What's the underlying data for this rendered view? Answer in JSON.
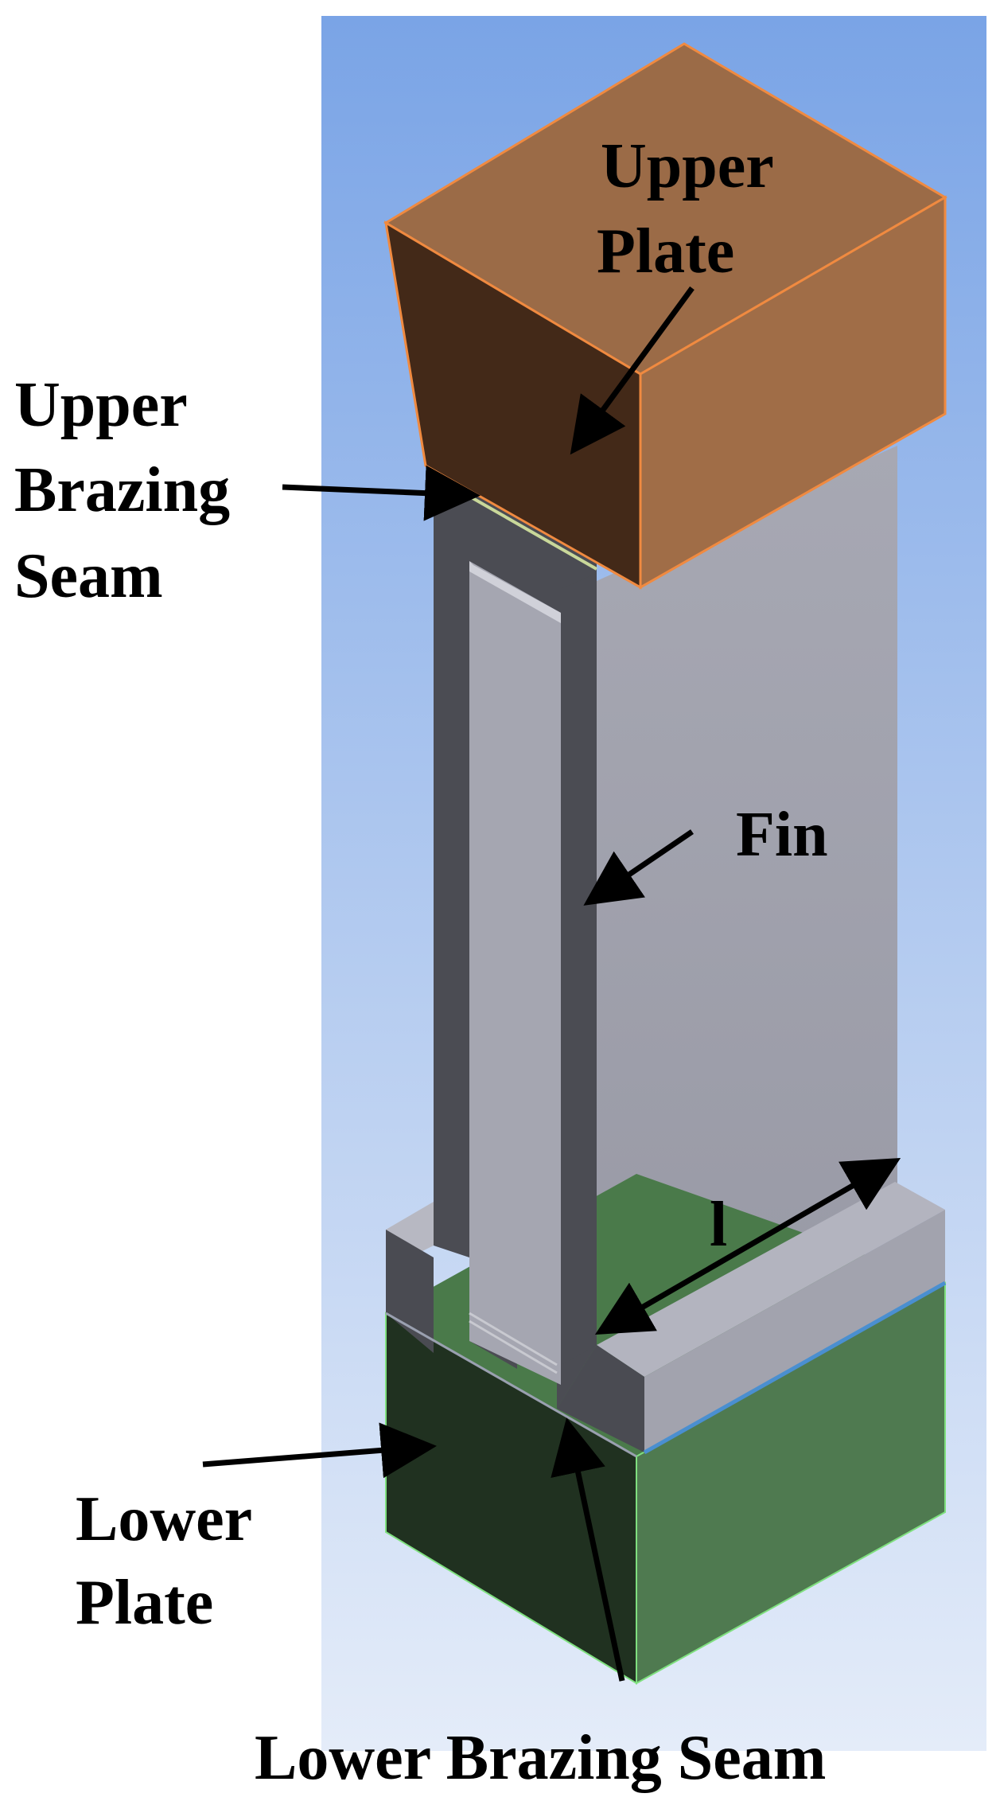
{
  "labels": {
    "upper_plate": [
      "Upper",
      "Plate"
    ],
    "upper_brazing_seam": [
      "Upper",
      "Brazing",
      "Seam"
    ],
    "fin": "Fin",
    "length": "l",
    "lower_plate": [
      "Lower",
      "Plate"
    ],
    "lower_brazing_seam": "Lower Brazing Seam"
  },
  "colors": {
    "background_top": "#7aa4e6",
    "background_bottom": "#dfe8f8",
    "upper_plate_top": "#9b6b47",
    "upper_plate_front": "#432918",
    "upper_plate_side": "#a06d47",
    "upper_plate_edge": "#f08a40",
    "fin_light": "#9fa1ad",
    "fin_dark": "#4a4b52",
    "lower_plate_front": "#203120",
    "lower_plate_side": "#4f7a50",
    "lower_plate_edge": "#7fe07f",
    "seam_line": "#4a8fd0"
  }
}
